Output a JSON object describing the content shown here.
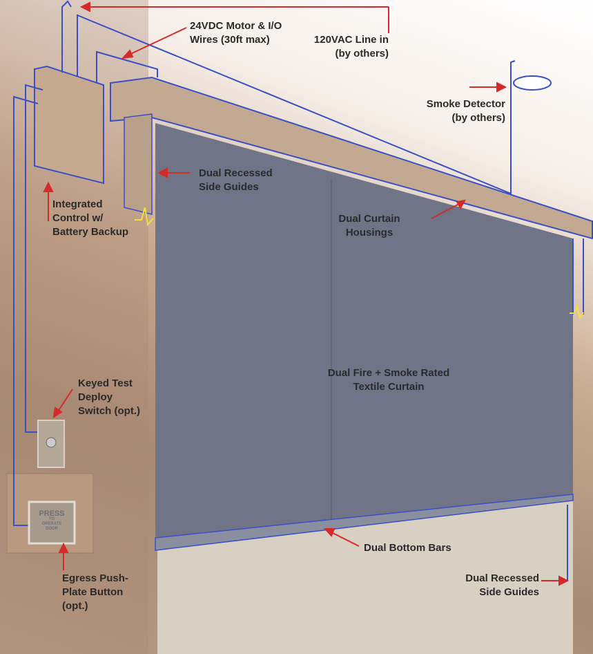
{
  "labels": {
    "motor_wires": [
      "24VDC Motor & I/O",
      "Wires (30ft max)"
    ],
    "line_in": [
      "120VAC Line in",
      "(by others)"
    ],
    "smoke_detector": [
      "Smoke Detector",
      "(by others)"
    ],
    "side_guides_top": [
      "Dual Recessed",
      "Side Guides"
    ],
    "control": [
      "Integrated",
      "Control w/",
      "Battery Backup"
    ],
    "housings": [
      "Dual Curtain",
      "Housings"
    ],
    "test_switch": [
      "Keyed Test",
      "Deploy",
      "Switch (opt.)"
    ],
    "curtain": [
      "Dual Fire + Smoke Rated",
      "Textile Curtain"
    ],
    "bottom_bars": [
      "Dual Bottom Bars"
    ],
    "side_guides_bottom": [
      "Dual Recessed",
      "Side Guides"
    ],
    "push_plate": [
      "Egress Push-",
      "Plate Button",
      "(opt.)"
    ]
  },
  "push_plate_text": [
    "PRESS",
    "TO",
    "OPERATE",
    "DOOR"
  ],
  "colors": {
    "wire": "#3a4fc4",
    "arrow": "#d42a2a",
    "curtain": "#6f7487",
    "signal": "#f2e03a"
  }
}
